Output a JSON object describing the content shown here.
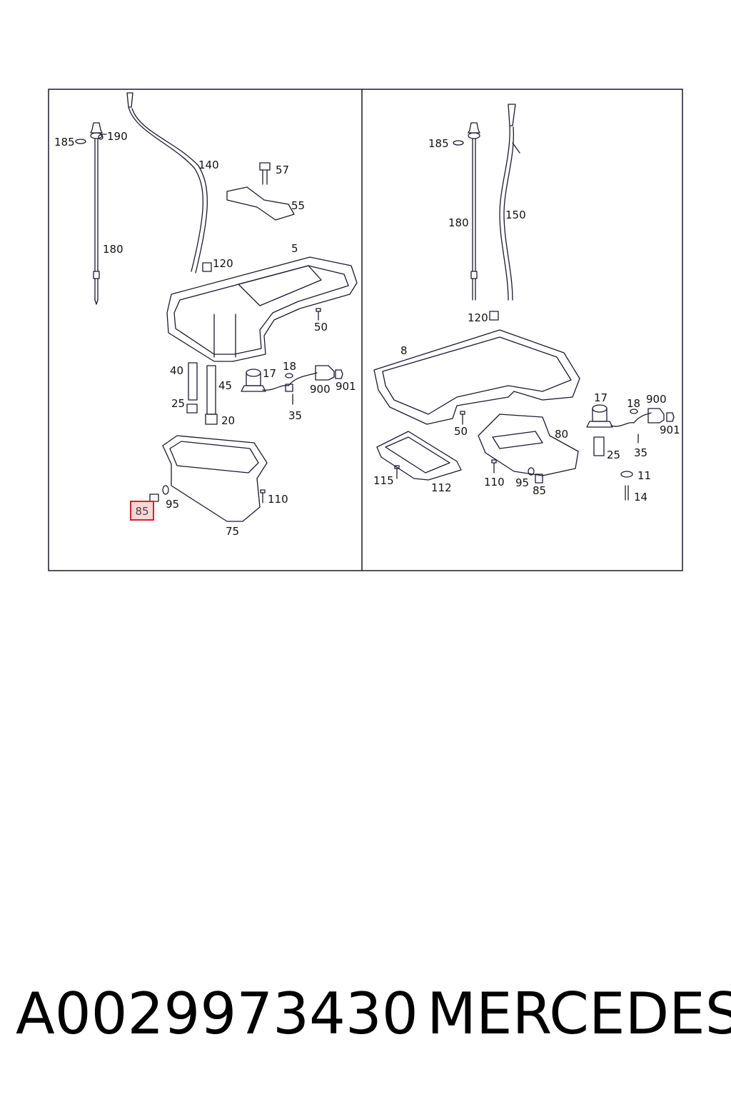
{
  "diagram": {
    "left_panel": {
      "labels": {
        "l185": "185",
        "l190": "190",
        "l140": "140",
        "l57": "57",
        "l55": "55",
        "l180": "180",
        "l5": "5",
        "l120": "120",
        "l50": "50",
        "l40": "40",
        "l45": "45",
        "l25": "25",
        "l20": "20",
        "l17": "17",
        "l18": "18",
        "l900": "900",
        "l901": "901",
        "l35": "35",
        "l95": "95",
        "l110": "110",
        "l75": "75"
      },
      "highlighted_label": "85"
    },
    "right_panel": {
      "labels": {
        "r185": "185",
        "r180": "180",
        "r150": "150",
        "r120": "120",
        "r8": "8",
        "r17": "17",
        "r18": "18",
        "r900": "900",
        "r901": "901",
        "r50": "50",
        "r80": "80",
        "r25": "25",
        "r35": "35",
        "r115": "115",
        "r112": "112",
        "r110": "110",
        "r95": "95",
        "r85": "85",
        "r11": "11",
        "r14": "14"
      }
    },
    "highlight_color": "#d9212b",
    "line_color": "#1a1a2e"
  },
  "caption": {
    "part_number": "A0029973430",
    "brand": "MERCEDES"
  }
}
